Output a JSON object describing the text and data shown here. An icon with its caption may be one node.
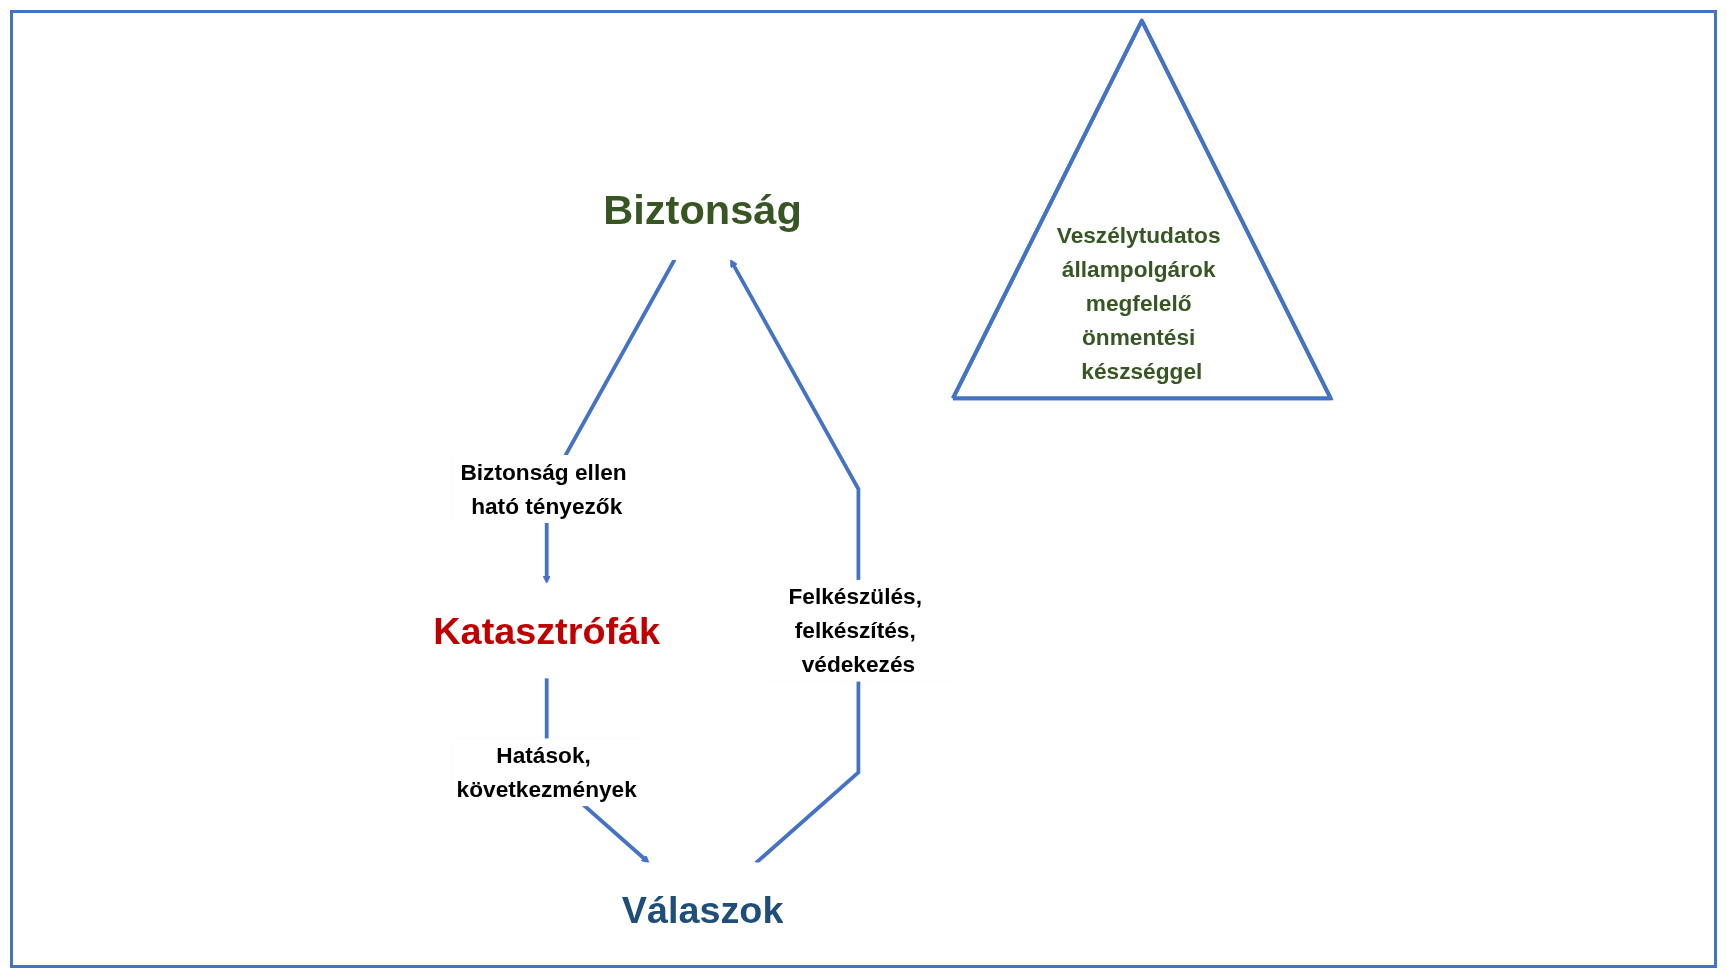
{
  "diagram": {
    "nodes": [
      {
        "text": [
          "Biztonság"
        ]
      },
      {
        "text": [
          "Veszélytudatos állampolgárok megfelelő önmentési készséggel"
        ]
      },
      {
        "text": [
          "Válaszok"
        ]
      },
      {
        "text": [
          "Katasztrófák"
        ]
      }
    ],
    "edges": [
      {
        "from": 2,
        "to": 0,
        "arrow": "to",
        "label": "Felkészülés, felkészítés, védekezés"
      },
      {
        "from": 0,
        "to": 3,
        "arrow": "to",
        "label": "Biztonság ellen ható tényezők"
      },
      {
        "from": 3,
        "to": 2,
        "arrow": "to",
        "label": "Hatások, következmények"
      }
    ]
  }
}
